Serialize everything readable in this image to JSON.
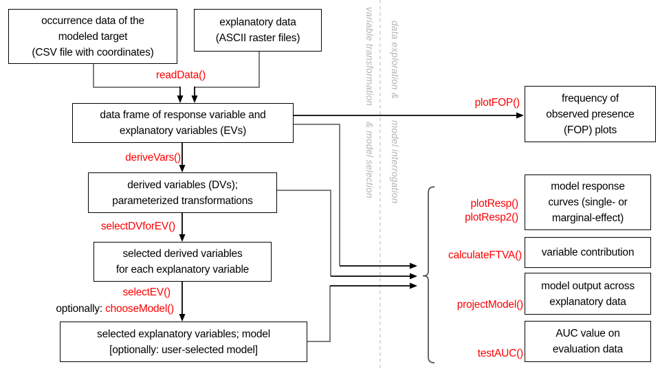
{
  "colors": {
    "function_red": "#ff0000",
    "box_border": "#000000",
    "connector_gray": "#7d7d7d",
    "phase_gray": "#b3b3b3"
  },
  "boxes": {
    "occurrence": {
      "lines": [
        "occurrence data of the",
        "modeled target",
        "(CSV file with coordinates)"
      ]
    },
    "explanatory": {
      "lines": [
        "explanatory data",
        "(ASCII raster files)"
      ]
    },
    "dataframe": {
      "lines": [
        "data frame of response variable and",
        "explanatory variables (EVs)"
      ]
    },
    "derived": {
      "lines": [
        "derived variables (DVs);",
        "parameterized transformations"
      ]
    },
    "selected_dv": {
      "lines": [
        "selected derived variables",
        "for each explanatory variable"
      ]
    },
    "selected_ev": {
      "lines": [
        "selected explanatory variables; model",
        "[optionally: user-selected model]"
      ]
    },
    "fop": {
      "lines": [
        "frequency of",
        "observed presence",
        "(FOP) plots"
      ]
    },
    "response": {
      "lines": [
        "model response",
        "curves (single- or",
        "marginal-effect)"
      ]
    },
    "contribution": {
      "lines": [
        "variable contribution"
      ]
    },
    "output": {
      "lines": [
        "model output across",
        "explanatory data"
      ]
    },
    "auc": {
      "lines": [
        "AUC value on",
        "evaluation data"
      ]
    }
  },
  "functions": {
    "read_data": "readData()",
    "derive_vars": "deriveVars()",
    "select_dv_for_ev": "selectDVforEV()",
    "select_ev": "selectEV()",
    "optionally_prefix": "optionally: ",
    "choose_model": "chooseModel()",
    "plot_fop": "plotFOP()",
    "plot_resp": "plotResp()",
    "plot_resp2": "plotResp2()",
    "calculate_ftva": "calculateFTVA()",
    "project_model": "projectModel()",
    "test_auc": "testAUC()"
  },
  "phases": {
    "left_top": "variable transformation",
    "left_bottom": "&  model selection",
    "right_top": "data exploration  &",
    "right_bottom": "model interrogation"
  }
}
